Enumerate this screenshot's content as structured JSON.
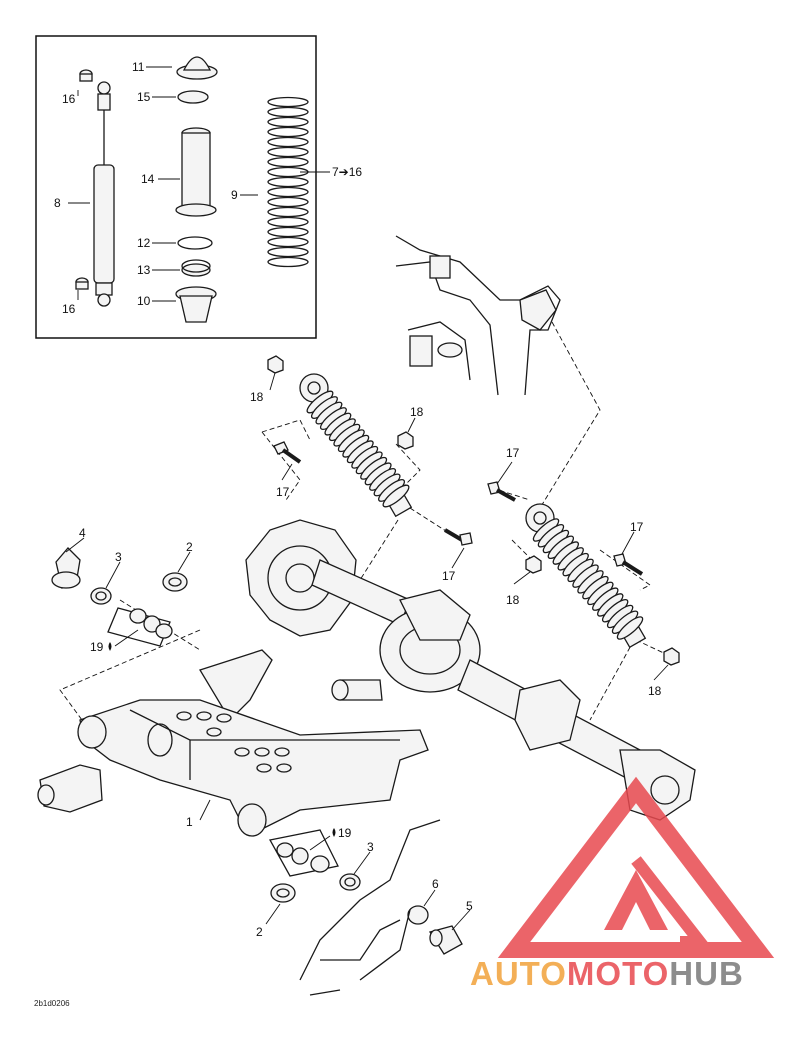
{
  "diagram_code": "2b1d0206",
  "callouts": {
    "c1": "1",
    "c2a": "2",
    "c2b": "2",
    "c3a": "3",
    "c3b": "3",
    "c4": "4",
    "c5": "5",
    "c6": "6",
    "c7": "7➔16",
    "c8": "8",
    "c9": "9",
    "c10": "10",
    "c11": "11",
    "c12": "12",
    "c13": "13",
    "c14": "14",
    "c15": "15",
    "c16a": "16",
    "c16b": "16",
    "c17a": "17",
    "c17b": "17",
    "c17c": "17",
    "c17d": "17",
    "c18a": "18",
    "c18b": "18",
    "c18c": "18",
    "c18d": "18",
    "c19a": "19",
    "c19b": "19"
  },
  "watermark": {
    "part1": "AUTO",
    "part2": "MOTO",
    "part3": "HUB",
    "color_orange": "#f2a23a",
    "color_red": "#e8494f",
    "color_gray": "#7a7a7a"
  }
}
